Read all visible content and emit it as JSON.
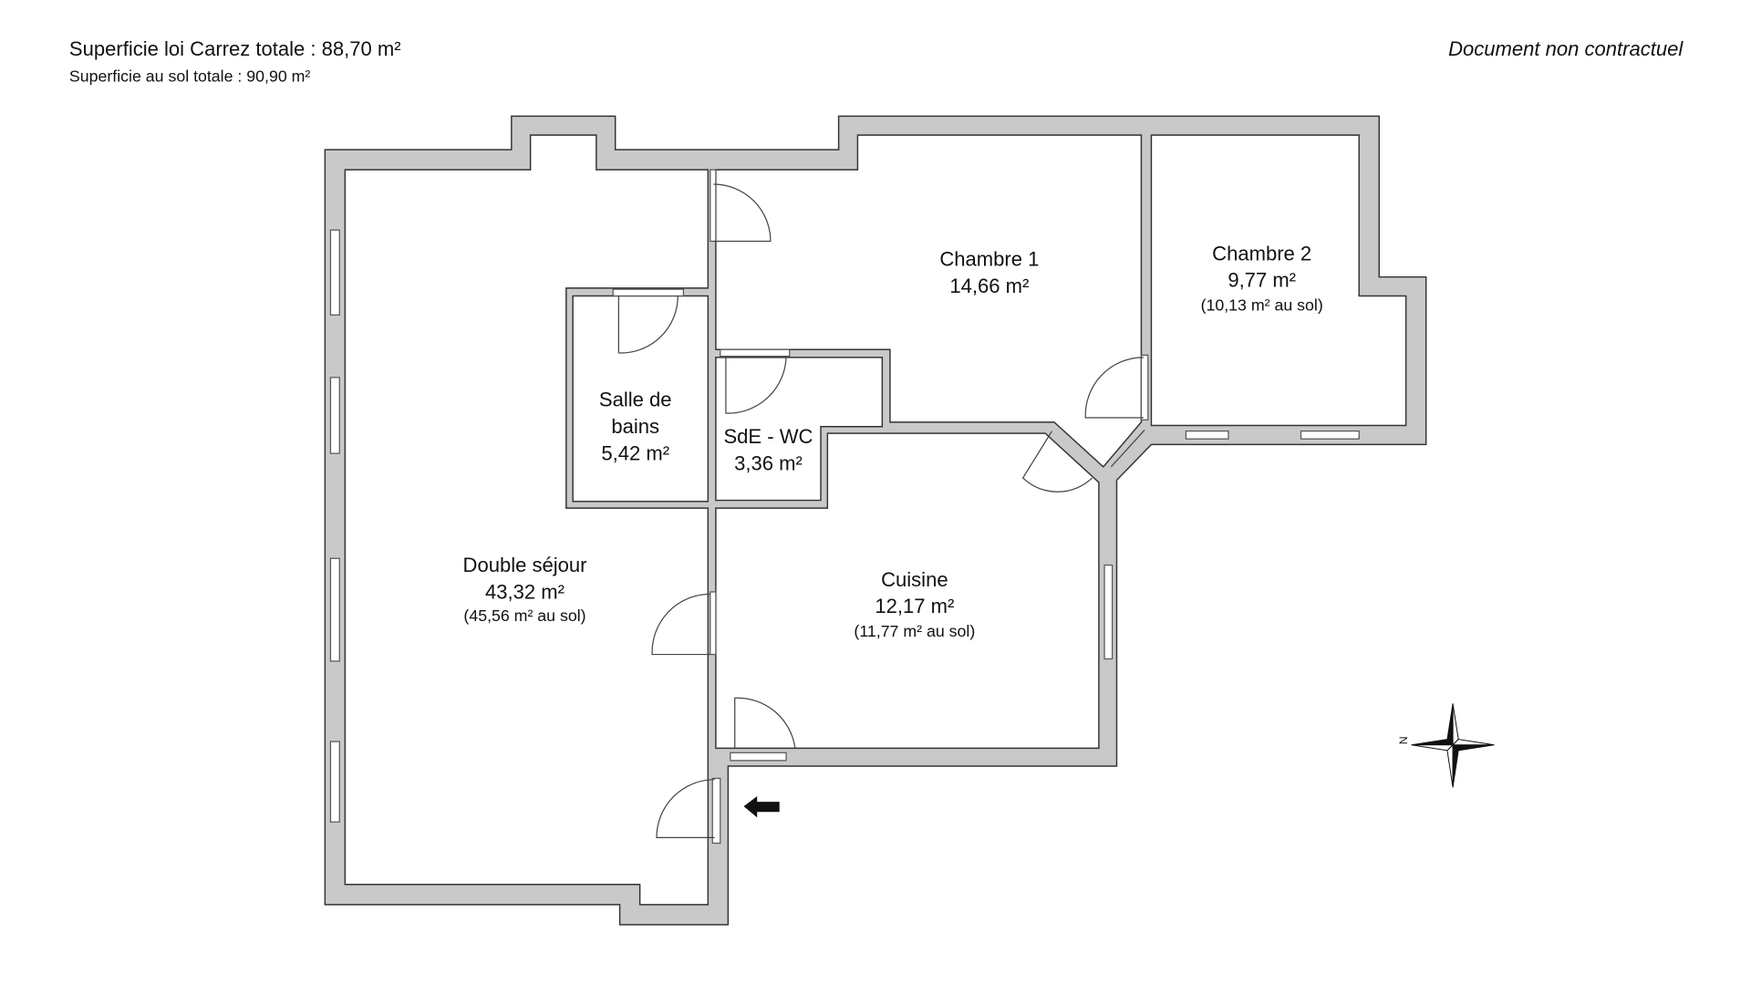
{
  "header": {
    "carrez_total": "Superficie loi Carrez totale :  88,70 m²",
    "sol_total": "Superficie au sol totale :  90,90 m²",
    "disclaimer": "Document non contractuel"
  },
  "rooms": {
    "chambre1": {
      "name": "Chambre 1",
      "area": "14,66 m²"
    },
    "chambre2": {
      "name": "Chambre 2",
      "area": "9,77 m²",
      "floor_area": "(10,13 m² au sol)"
    },
    "salle_de_bains": {
      "name_line1": "Salle de",
      "name_line2": "bains",
      "area": "5,42 m²"
    },
    "sde_wc": {
      "name": "SdE - WC",
      "area": "3,36 m²"
    },
    "sejour": {
      "name": "Double séjour",
      "area": "43,32 m²",
      "floor_area": "(45,56 m² au sol)"
    },
    "cuisine": {
      "name": "Cuisine",
      "area": "12,17 m²",
      "floor_area": "(11,77 m² au sol)"
    }
  },
  "compass": {
    "label": "N"
  },
  "icons": {
    "entrance": "arrow-left-icon",
    "compass": "compass-rose-icon"
  }
}
